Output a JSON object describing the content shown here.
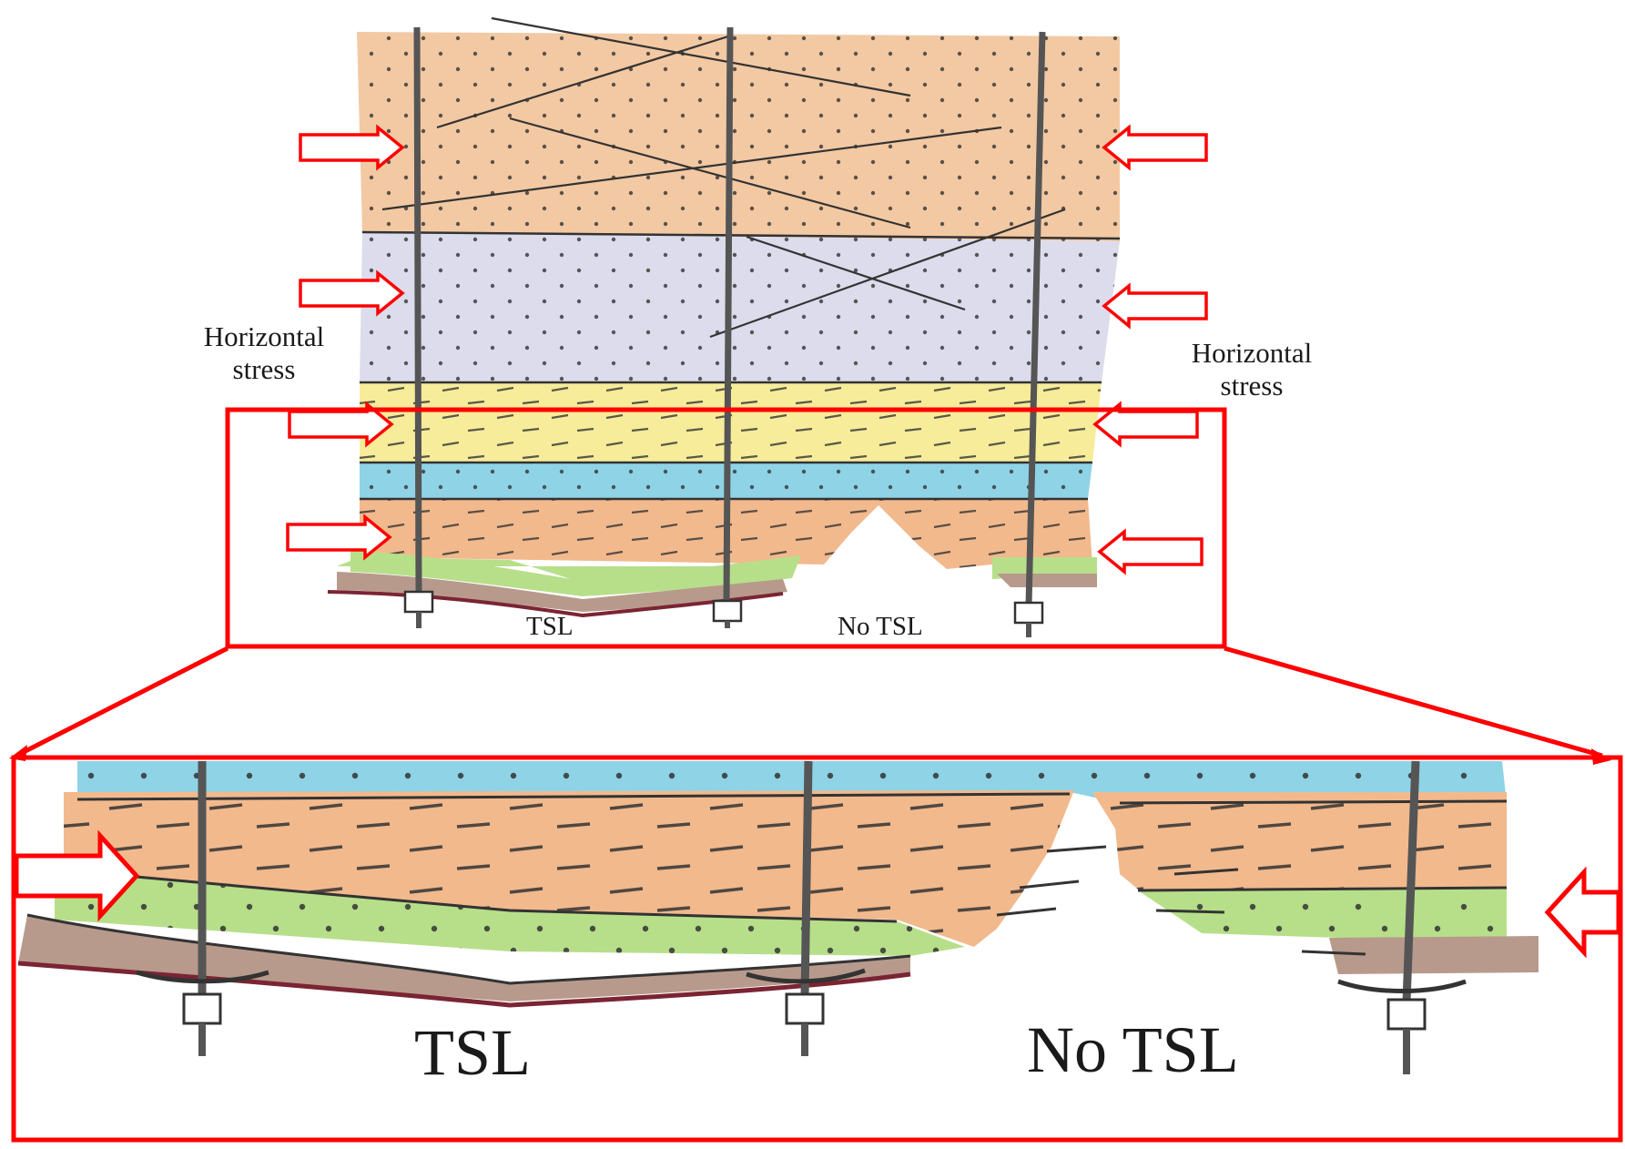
{
  "labels": {
    "stress_left": "Horizontal stress",
    "stress_right": "Horizontal stress",
    "tsl_small": "TSL",
    "no_tsl_small": "No TSL",
    "tsl_large": "TSL",
    "no_tsl_large": "No TSL"
  },
  "colors": {
    "callout": "#ff0000",
    "strata": [
      "#f3c9a3",
      "#dcdcec",
      "#f6ec9a",
      "#8fd3e6",
      "#f2b98d",
      "#b7df8a",
      "#b89a8c"
    ],
    "rock_bolt": "#555555"
  },
  "icons": [
    "horizontal-stress-arrow-icon",
    "rock-bolt-icon",
    "bearing-plate-icon"
  ]
}
